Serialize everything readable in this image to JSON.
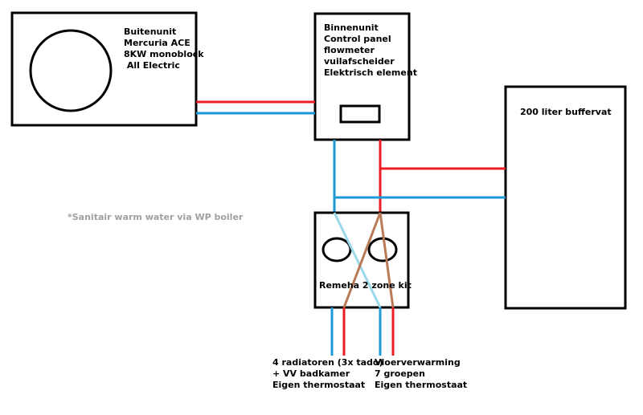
{
  "diagram": {
    "outdoor_unit": {
      "lines": [
        "Buitenunit",
        "Mercuria ACE",
        "8KW monoblock",
        " All Electric"
      ]
    },
    "indoor_unit": {
      "lines": [
        "Binnenunit",
        "Control panel",
        "flowmeter",
        "vuilafscheider",
        "Elektrisch element"
      ]
    },
    "buffer_tank": {
      "label": "200 liter buffervat"
    },
    "zone_kit": {
      "label": "Remeha 2 zone kit"
    },
    "note": "*Sanitair warm water via WP boiler",
    "zone_1": {
      "lines": [
        "4 radiatoren (3x tado)",
        "+ VV badkamer",
        "Eigen thermostaat"
      ]
    },
    "zone_2": {
      "lines": [
        "Vloerverwarming",
        "7 groepen",
        "Eigen thermostaat"
      ]
    },
    "colors": {
      "supply": "#ed1c24",
      "return": "#1b9ad6",
      "return_light": "#99d9ea",
      "supply_brown": "#b97a57",
      "note_text": "#a0a0a0",
      "outline": "#000000"
    }
  }
}
